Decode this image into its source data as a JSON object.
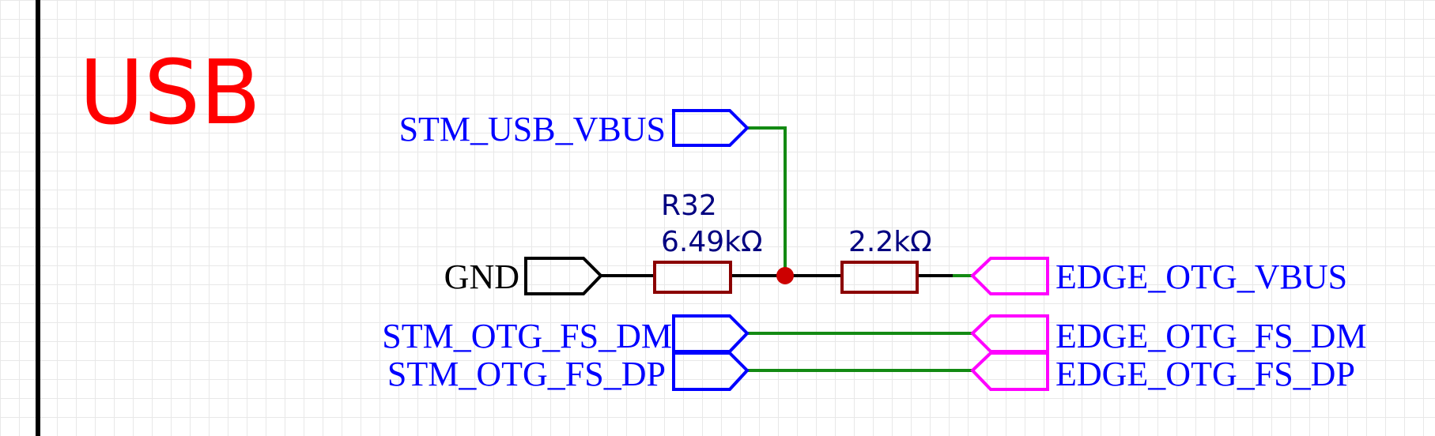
{
  "sheet": {
    "title": "USB",
    "title_color": "#ff0000"
  },
  "colors": {
    "wire": "#138a13",
    "stm_port": "#0000ff",
    "edge_port": "#ff00ff",
    "ground_port": "#000000",
    "resistor": "#8b0000",
    "junction": "#cc0000",
    "ref_text": "#000080"
  },
  "ports": {
    "stm_usb_vbus": "STM_USB_VBUS",
    "gnd": "GND",
    "edge_otg_vbus": "EDGE_OTG_VBUS",
    "stm_otg_fs_dm": "STM_OTG_FS_DM",
    "stm_otg_fs_dp": "STM_OTG_FS_DP",
    "edge_otg_fs_dm": "EDGE_OTG_FS_DM",
    "edge_otg_fs_dp": "EDGE_OTG_FS_DP"
  },
  "components": {
    "r32": {
      "designator": "R32",
      "value": "6.49kΩ"
    },
    "r_unnamed": {
      "value": "2.2kΩ"
    }
  }
}
